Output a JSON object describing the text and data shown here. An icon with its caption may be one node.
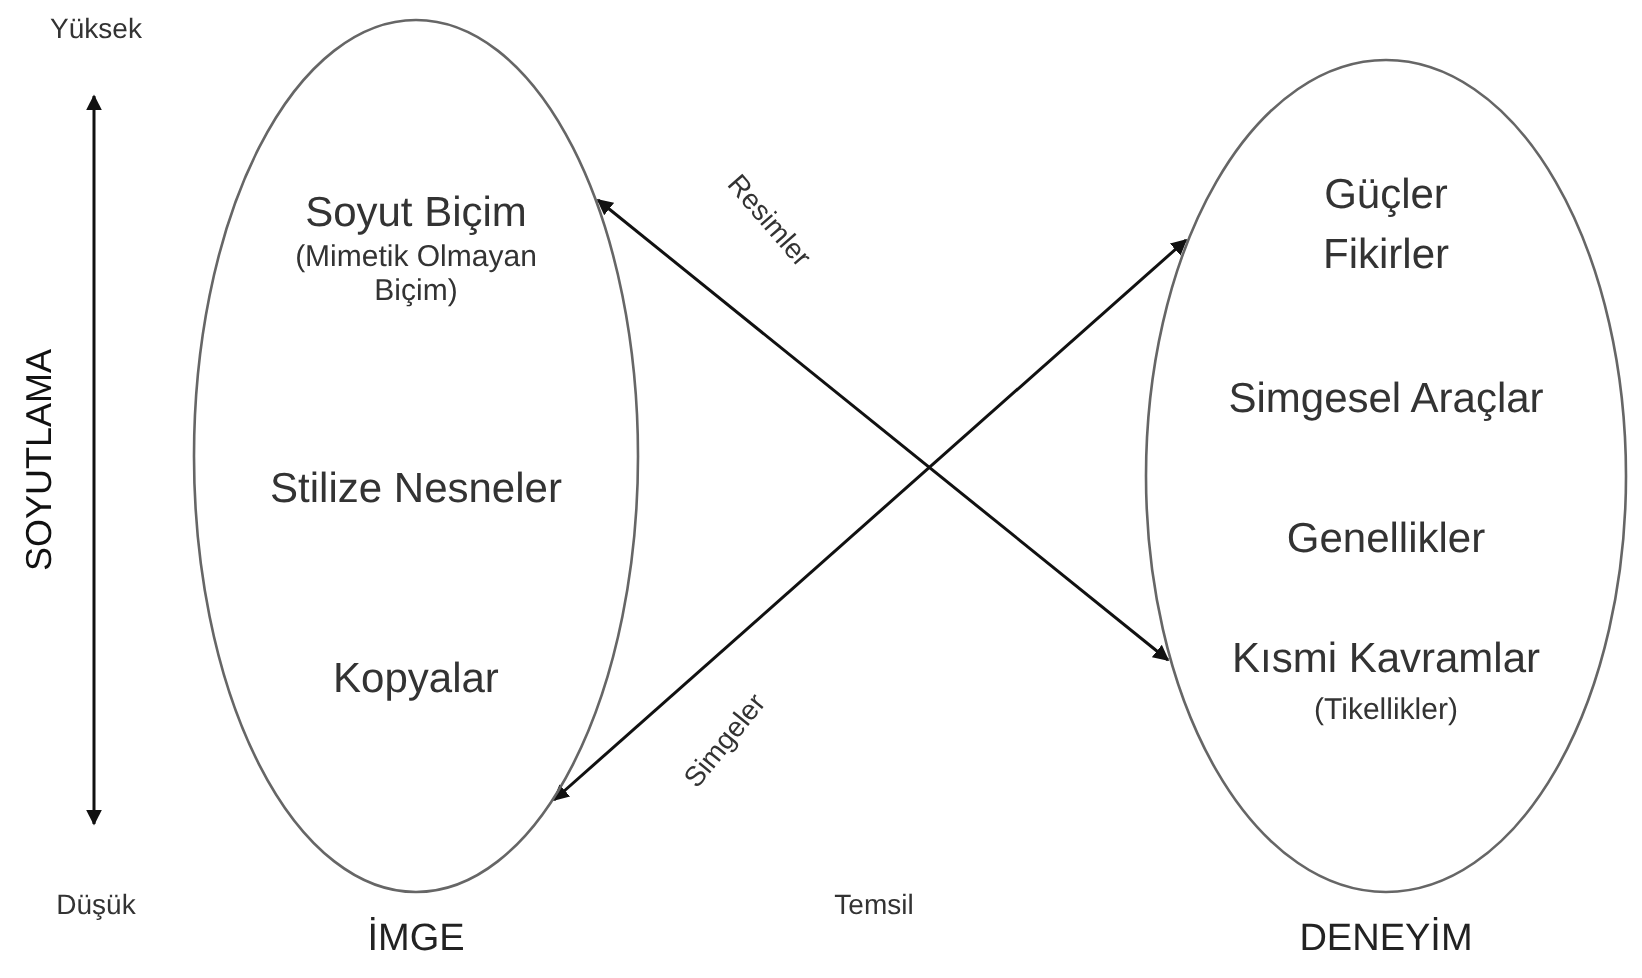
{
  "diagram": {
    "nodes": [
      {
        "text": [
          "Soyut Biçim",
          "(Mimetik Olmayan Biçim)",
          "Stilize Nesneler",
          "Kopyalar",
          "İMGE"
        ]
      },
      {
        "text": [
          "Güçler",
          "Fikirler",
          "Simgesel Araçlar",
          "Genellikler",
          "Kısmi Kavramlar",
          "(Tikellikler)",
          "DENEYİM"
        ]
      }
    ],
    "edges": [
      {
        "from": 0,
        "to": 1,
        "arrow": "both",
        "label": "Resimler"
      },
      {
        "from": 1,
        "to": 0,
        "arrow": "both",
        "label": "Simgeler"
      }
    ],
    "labels": [
      "Yüksek",
      "SOYUTLAMA",
      "Düşük",
      "Temsil"
    ]
  }
}
